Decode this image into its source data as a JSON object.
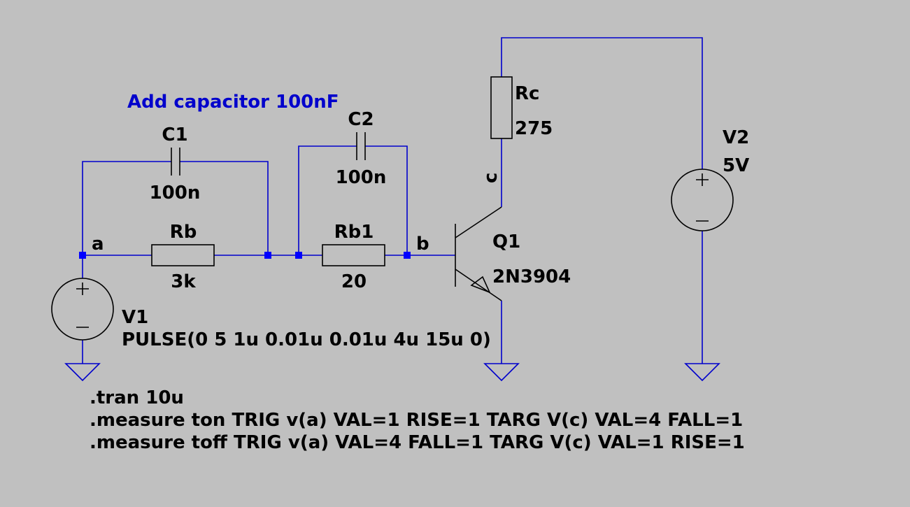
{
  "comment": "Add capacitor 100nF",
  "components": {
    "C1": {
      "name": "C1",
      "value": "100n"
    },
    "C2": {
      "name": "C2",
      "value": "100n"
    },
    "Rb": {
      "name": "Rb",
      "value": "3k"
    },
    "Rb1": {
      "name": "Rb1",
      "value": "20"
    },
    "Rc": {
      "name": "Rc",
      "value": "275"
    },
    "Q1": {
      "name": "Q1",
      "value": "2N3904"
    },
    "V1": {
      "name": "V1",
      "value": "PULSE(0 5 1u 0.01u 0.01u 4u 15u 0)"
    },
    "V2": {
      "name": "V2",
      "value": "5V"
    }
  },
  "nets": {
    "a": "a",
    "b": "b",
    "c": "c"
  },
  "directives": [
    ".tran 10u",
    ".measure ton TRIG v(a) VAL=1 RISE=1 TARG V(c) VAL=4 FALL=1",
    ".measure toff TRIG v(a) VAL=4 FALL=1 TARG V(c) VAL=1 RISE=1"
  ],
  "colors": {
    "background": "#c0c0c0",
    "wire": "#0000cc",
    "junction": "#0000ff",
    "comment": "#0000cc"
  }
}
